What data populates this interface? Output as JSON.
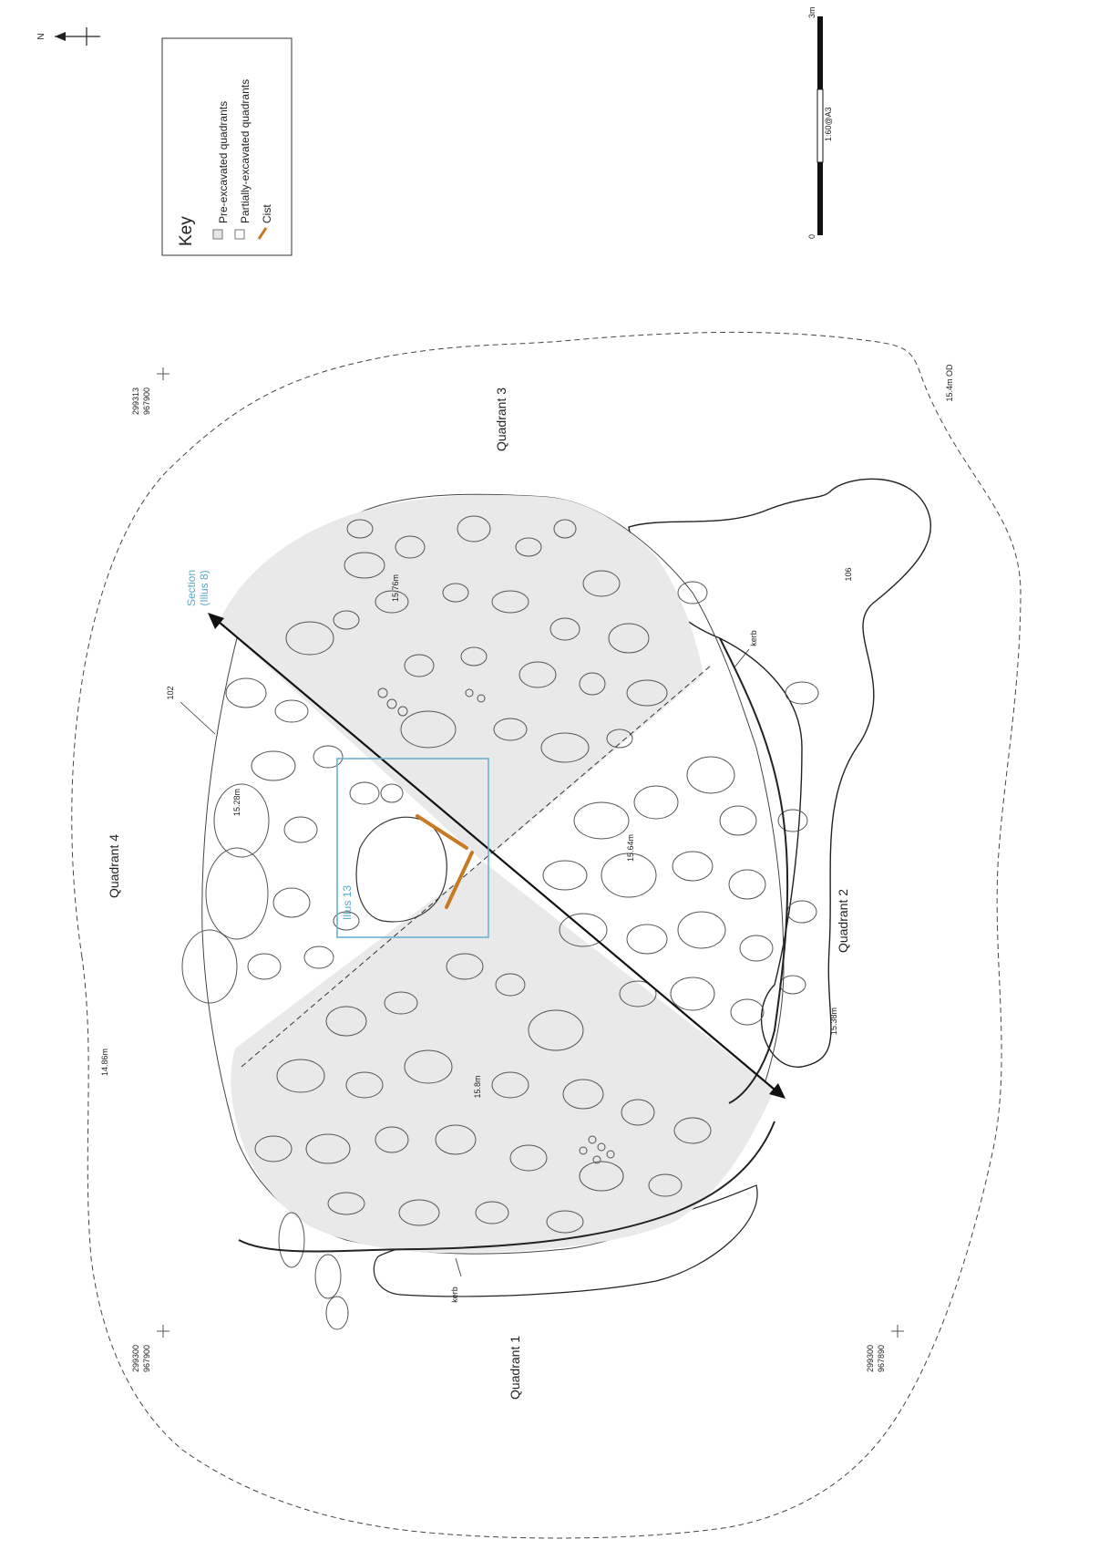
{
  "north_arrow": {
    "label": "N"
  },
  "key": {
    "title": "Key",
    "items": [
      {
        "label": "Pre-excavated quadrants",
        "swatch": "#e6e6e6"
      },
      {
        "label": "Partially-excavated quadrants",
        "swatch": "#ffffff"
      },
      {
        "label": "Cist",
        "swatch": "#c87a22"
      }
    ]
  },
  "scale_bar": {
    "start": "0",
    "end": "3m",
    "ratio": "1:60@A3"
  },
  "quadrants": {
    "q1": "Quadrant 1",
    "q2": "Quadrant 2",
    "q3": "Quadrant 3",
    "q4": "Quadrant 4"
  },
  "grid_refs": {
    "top": [
      "299313",
      "967900"
    ],
    "left": [
      "299300",
      "967900"
    ],
    "bottom": [
      "299300",
      "967890"
    ]
  },
  "levels": [
    "15.4m OD",
    "15.76m",
    "15.28m",
    "15.64m",
    "15.8m",
    "15.38m",
    "14.86m"
  ],
  "annotations": {
    "section": [
      "Section",
      "(Illus 8)"
    ],
    "illus13": "Illus 13",
    "context_102": "102",
    "context_106": "106",
    "kerb_top": "kerb",
    "kerb_bottom": "kerb"
  },
  "colors": {
    "cist": "#c87a22",
    "section_label": "#5aa8c8",
    "shade": "#e9e9e9",
    "outline": "#555555"
  }
}
